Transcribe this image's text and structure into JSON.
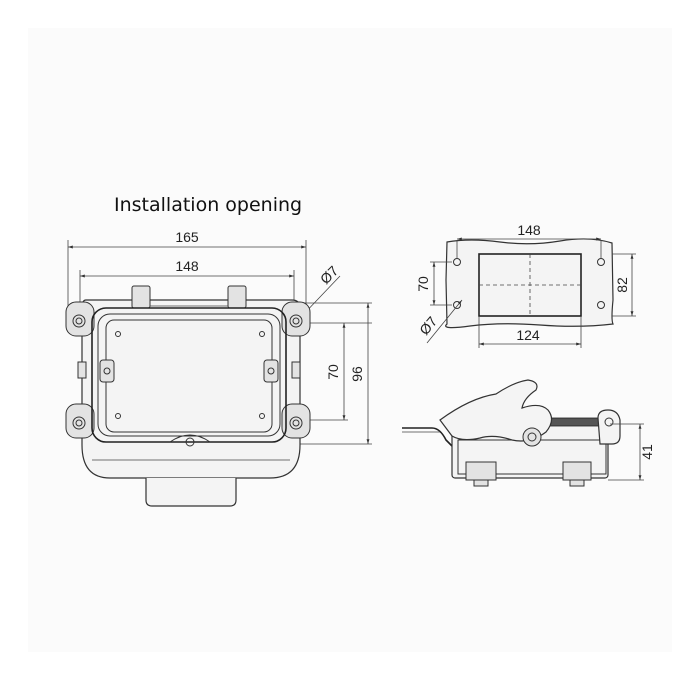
{
  "title": "Installation opening",
  "front_view": {
    "dim_overall_width": "165",
    "dim_inner_width": "148",
    "dim_hole": "Ø7",
    "dim_inner_height": "70",
    "dim_overall_height": "96"
  },
  "opening_view": {
    "dim_top_width": "148",
    "dim_left_height": "70",
    "dim_right_height": "82",
    "dim_hole": "Ø7",
    "dim_bottom_width": "124"
  },
  "side_view": {
    "dim_height": "41"
  }
}
